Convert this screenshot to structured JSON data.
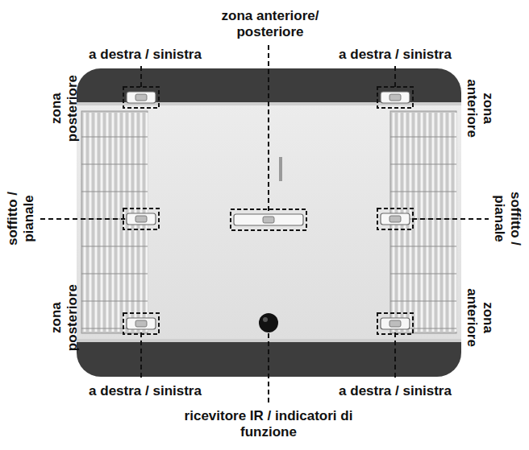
{
  "diagram": {
    "labels": [
      "zona anteriore/ posteriore",
      "a destra / sinistra",
      "a destra / sinistra",
      "zona posteriore",
      "zona anteriore",
      "soffitto / pianale",
      "soffitto / pianale",
      "zona posteriore",
      "zona anteriore",
      "a destra / sinistra",
      "a destra / sinistra",
      "ricevitore IR / indicatori di funzione"
    ]
  }
}
